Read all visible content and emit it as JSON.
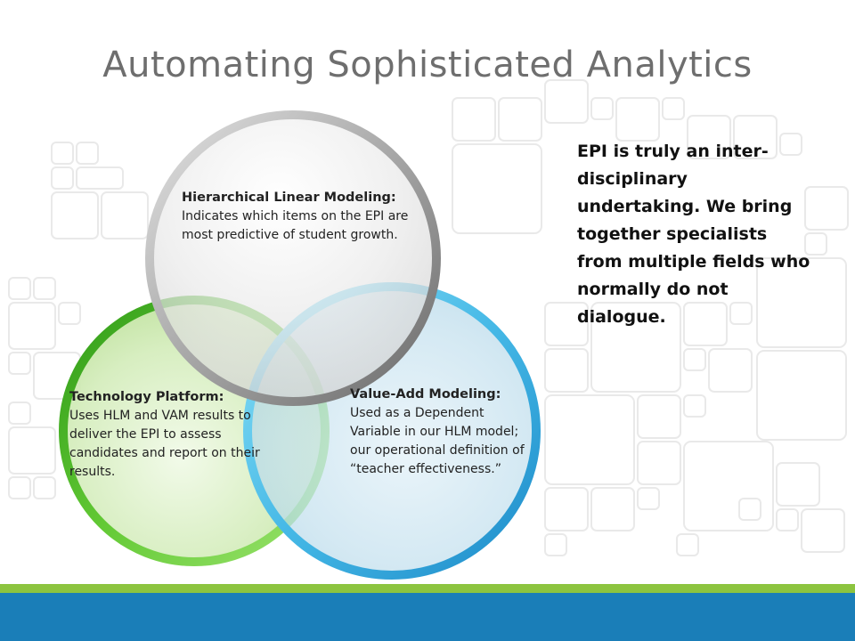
{
  "slide": {
    "title": "Automating Sophisticated Analytics",
    "side_note": "EPI is truly an inter-disciplinary undertaking. We bring together specialists from multiple fields who normally do not dialogue."
  },
  "venn": {
    "circles": [
      {
        "id": "hlm",
        "heading": "Hierarchical Linear Modeling:",
        "body": "Indicates which items on the EPI are most predictive of student growth.",
        "color": "#9a9a9a"
      },
      {
        "id": "technology",
        "heading": "Technology Platform:",
        "body": "Uses HLM and VAM results to deliver the EPI to assess candidates and report on their results.",
        "color": "#57c22e"
      },
      {
        "id": "vam",
        "heading": "Value-Add Modeling:",
        "body": "Used as a Dependent Variable in our HLM model; our operational definition of “teacher effectiveness.”",
        "color": "#3fb0e0"
      }
    ]
  },
  "footer": {
    "green_color": "#8cc43f",
    "blue_color": "#1a7eb8"
  }
}
